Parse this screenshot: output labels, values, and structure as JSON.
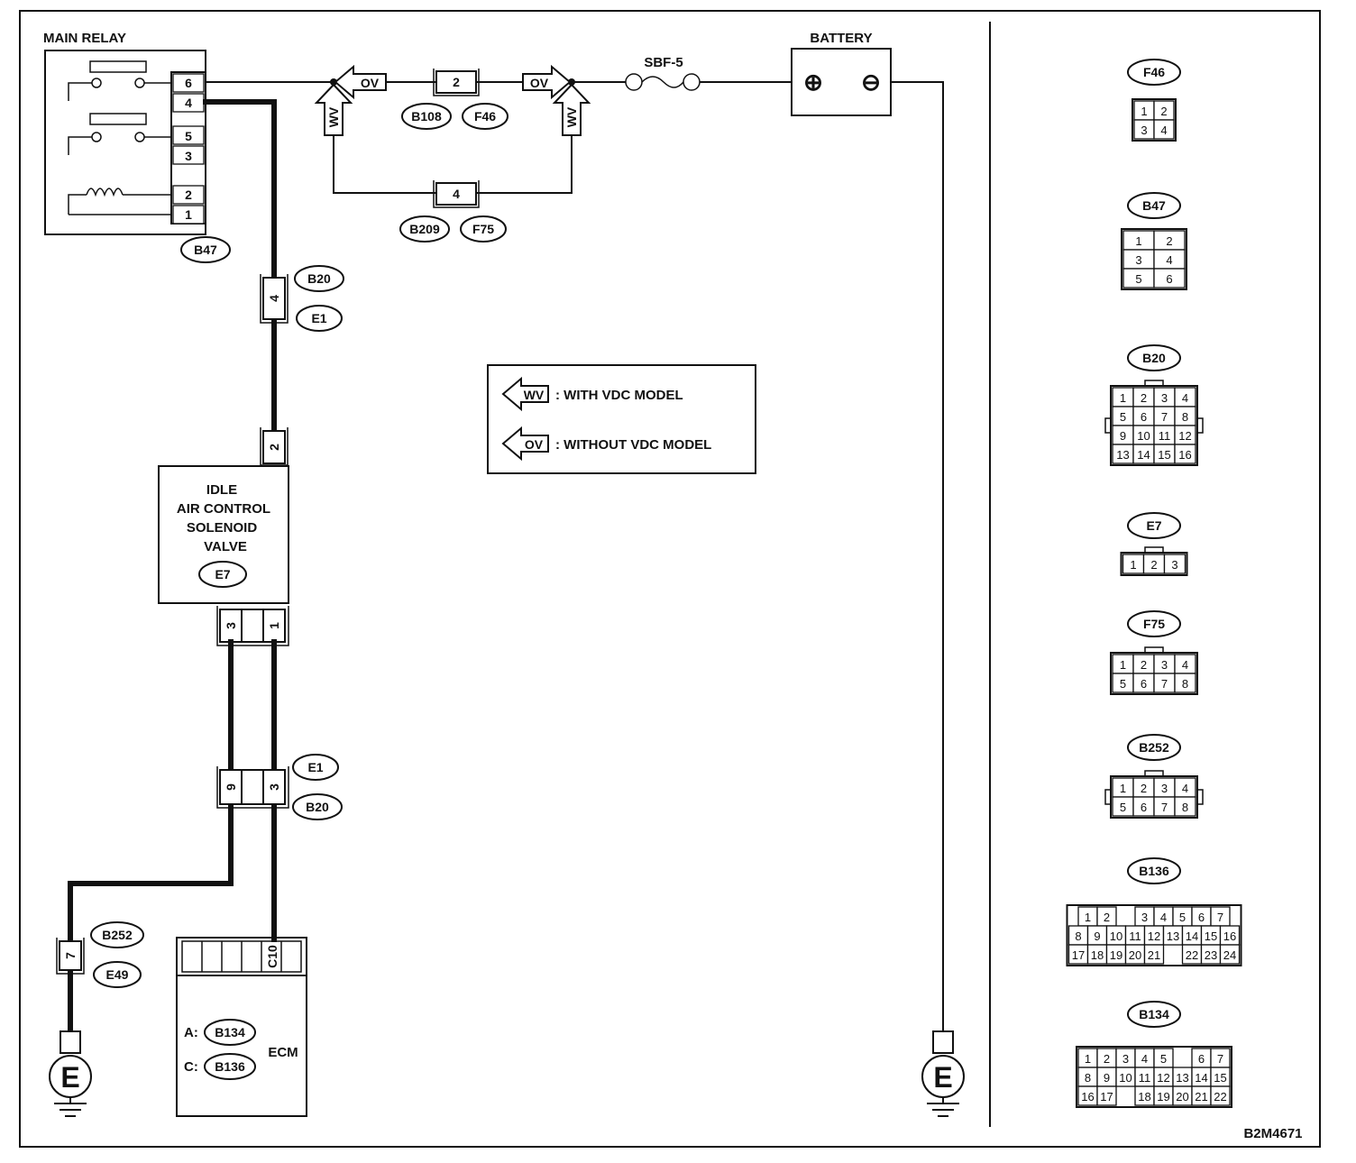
{
  "relay": {
    "title": "MAIN RELAY",
    "pins": [
      "6",
      "4",
      "5",
      "3",
      "2",
      "1"
    ],
    "connector": "B47"
  },
  "battery": {
    "title": "BATTERY",
    "plus": "⊕",
    "minus": "⊖"
  },
  "fuse": {
    "label": "SBF-5"
  },
  "vdc_marks": {
    "ov": "OV",
    "wv": "WV"
  },
  "connectors": {
    "b108_f46_pin": "2",
    "b108": "B108",
    "f46": "F46",
    "b209_f75_pin": "4",
    "b209": "B209",
    "f75": "F75",
    "b20_e1_top_pin": "4",
    "b20": "B20",
    "e1": "E1",
    "e7_top_pin": "2",
    "e7_pin_left": "3",
    "e7_pin_right": "1",
    "e1_pin_left": "9",
    "e1_pin_right": "3",
    "b252_pin": "7",
    "b252": "B252",
    "e49": "E49"
  },
  "valve": {
    "lines": [
      "IDLE",
      "AIR CONTROL",
      "SOLENOID",
      "VALVE"
    ],
    "code": "E7"
  },
  "legend": {
    "wv_mark": "WV",
    "wv_text": ": WITH VDC MODEL",
    "ov_mark": "OV",
    "ov_text": ": WITHOUT VDC MODEL"
  },
  "ecm": {
    "pin": "C10",
    "title": "ECM",
    "a_label": "A:",
    "a_code": "B134",
    "c_label": "C:",
    "c_code": "B136"
  },
  "ground": {
    "label": "E"
  },
  "faces": {
    "f46": {
      "name": "F46",
      "rows": [
        [
          "1",
          "2"
        ],
        [
          "3",
          "4"
        ]
      ]
    },
    "b47": {
      "name": "B47",
      "rows": [
        [
          "1",
          "2"
        ],
        [
          "3",
          "4"
        ],
        [
          "5",
          "6"
        ]
      ]
    },
    "b20": {
      "name": "B20",
      "rows": [
        [
          "1",
          "2",
          "3",
          "4"
        ],
        [
          "5",
          "6",
          "7",
          "8"
        ],
        [
          "9",
          "10",
          "11",
          "12"
        ],
        [
          "13",
          "14",
          "15",
          "16"
        ]
      ]
    },
    "e7": {
      "name": "E7",
      "rows": [
        [
          "1",
          "2",
          "3"
        ]
      ]
    },
    "f75": {
      "name": "F75",
      "rows": [
        [
          "1",
          "2",
          "3",
          "4"
        ],
        [
          "5",
          "6",
          "7",
          "8"
        ]
      ]
    },
    "b252": {
      "name": "B252",
      "rows": [
        [
          "1",
          "2",
          "3",
          "4"
        ],
        [
          "5",
          "6",
          "7",
          "8"
        ]
      ]
    },
    "b136": {
      "name": "B136",
      "rows": [
        [
          "1",
          "2",
          "",
          "3",
          "4",
          "5",
          "6",
          "7"
        ],
        [
          "8",
          "9",
          "10",
          "11",
          "12",
          "13",
          "14",
          "15",
          "16"
        ],
        [
          "17",
          "18",
          "19",
          "20",
          "21",
          "",
          "22",
          "23",
          "24"
        ]
      ]
    },
    "b134": {
      "name": "B134",
      "rows": [
        [
          "1",
          "2",
          "3",
          "4",
          "5",
          "",
          "6",
          "7"
        ],
        [
          "8",
          "9",
          "10",
          "11",
          "12",
          "13",
          "14",
          "15"
        ],
        [
          "16",
          "17",
          "",
          "18",
          "19",
          "20",
          "21",
          "22"
        ]
      ]
    }
  },
  "figure_code": "B2M4671"
}
